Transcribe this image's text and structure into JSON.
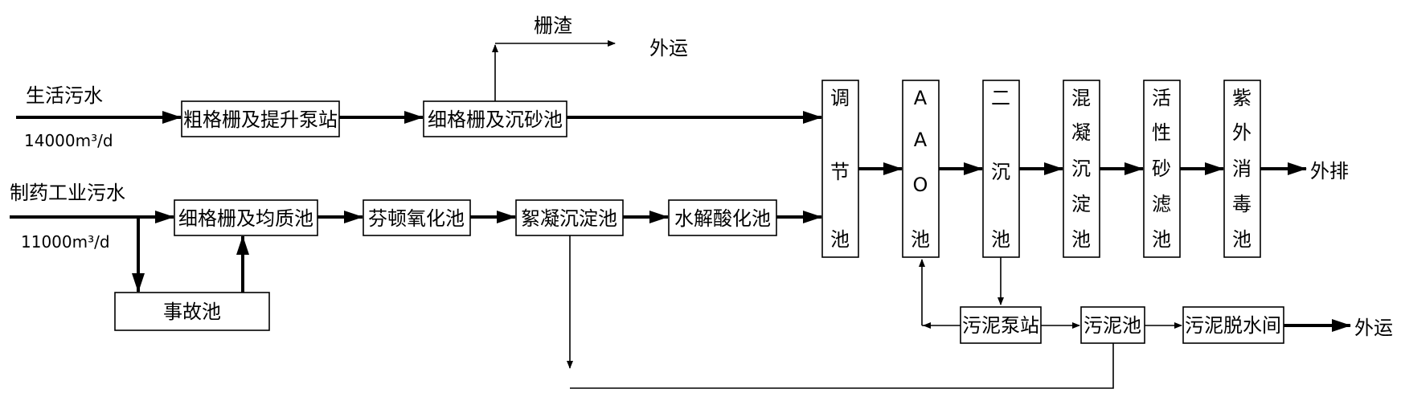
{
  "inputs": {
    "domestic": {
      "label": "生活污水",
      "flow": "14000m³/d"
    },
    "pharma": {
      "label": "制药工业污水",
      "flow": "11000m³/d"
    }
  },
  "units": {
    "coarse_screen": "粗格栅及提升泵站",
    "fine_screen_grit": "细格栅及沉砂池",
    "fine_screen_equal": "细格栅及均质池",
    "accident_pool": "事故池",
    "fenton": "芬顿氧化池",
    "floc_settle": "絮凝沉淀池",
    "hydrolysis": "水解酸化池",
    "regulation": [
      "调",
      "节",
      "池"
    ],
    "aao": [
      "A",
      "A",
      "O",
      "池"
    ],
    "secondary": [
      "二",
      "沉",
      "池"
    ],
    "coag_settle": [
      "混",
      "凝",
      "沉",
      "淀",
      "池"
    ],
    "sand_filter": [
      "活",
      "性",
      "砂",
      "滤",
      "池"
    ],
    "uv": [
      "紫",
      "外",
      "消",
      "毒",
      "池"
    ],
    "sludge_pump": "污泥泵站",
    "sludge_tank": "污泥池",
    "dewatering": "污泥脱水间"
  },
  "outputs": {
    "screenings": "栅渣",
    "haul_top": "外运",
    "discharge": "外排",
    "haul_bottom": "外运"
  }
}
